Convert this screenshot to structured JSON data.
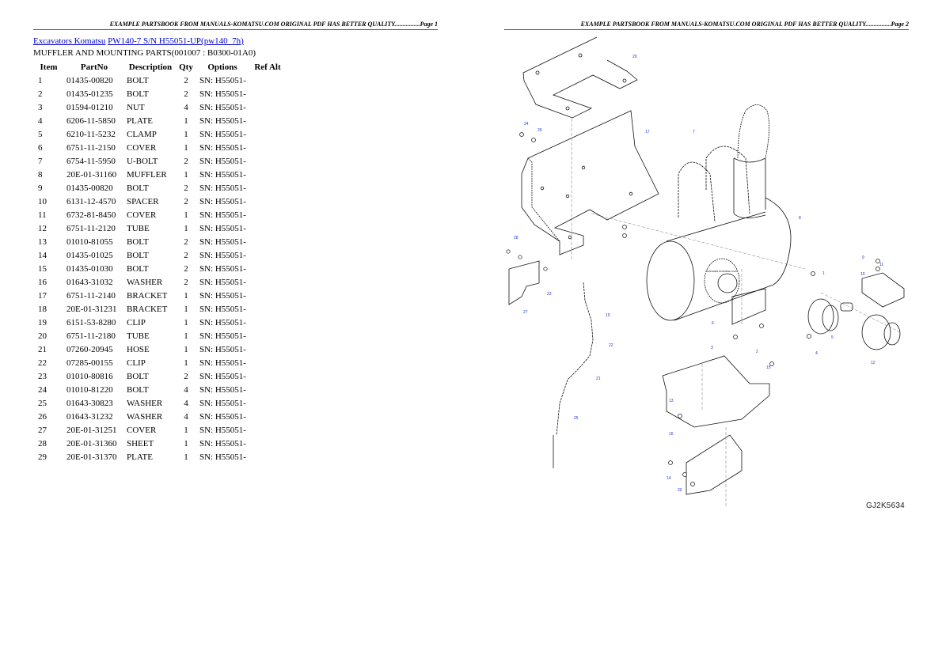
{
  "header": {
    "page1": "EXAMPLE PARTSBOOK FROM MANUALS-KOMATSU.COM ORIGINAL PDF HAS BETTER QUALITY................Page 1",
    "page2": "EXAMPLE PARTSBOOK FROM MANUALS-KOMATSU.COM ORIGINAL PDF HAS BETTER QUALITY................Page 2"
  },
  "breadcrumb": {
    "link1": "Excavators Komatsu",
    "link2": "PW140-7 S/N H55051-UP(pw140_7h)"
  },
  "subtitle": "MUFFLER AND MOUNTING PARTS(001007 : B0300-01A0)",
  "table": {
    "headers": [
      "Item",
      "PartNo",
      "Description",
      "Qty",
      "Options",
      "Ref Alt"
    ],
    "rows": [
      {
        "item": "1",
        "partno": "01435-00820",
        "desc": "BOLT",
        "qty": "2",
        "options": "SN: H55051-"
      },
      {
        "item": "2",
        "partno": "01435-01235",
        "desc": "BOLT",
        "qty": "2",
        "options": "SN: H55051-"
      },
      {
        "item": "3",
        "partno": "01594-01210",
        "desc": "NUT",
        "qty": "4",
        "options": "SN: H55051-"
      },
      {
        "item": "4",
        "partno": "6206-11-5850",
        "desc": "PLATE",
        "qty": "1",
        "options": "SN: H55051-"
      },
      {
        "item": "5",
        "partno": "6210-11-5232",
        "desc": "CLAMP",
        "qty": "1",
        "options": "SN: H55051-"
      },
      {
        "item": "6",
        "partno": "6751-11-2150",
        "desc": "COVER",
        "qty": "1",
        "options": "SN: H55051-"
      },
      {
        "item": "7",
        "partno": "6754-11-5950",
        "desc": "U-BOLT",
        "qty": "2",
        "options": "SN: H55051-"
      },
      {
        "item": "8",
        "partno": "20E-01-31160",
        "desc": "MUFFLER",
        "qty": "1",
        "options": "SN: H55051-"
      },
      {
        "item": "9",
        "partno": "01435-00820",
        "desc": "BOLT",
        "qty": "2",
        "options": "SN: H55051-"
      },
      {
        "item": "10",
        "partno": "6131-12-4570",
        "desc": "SPACER",
        "qty": "2",
        "options": "SN: H55051-"
      },
      {
        "item": "11",
        "partno": "6732-81-8450",
        "desc": "COVER",
        "qty": "1",
        "options": "SN: H55051-"
      },
      {
        "item": "12",
        "partno": "6751-11-2120",
        "desc": "TUBE",
        "qty": "1",
        "options": "SN: H55051-"
      },
      {
        "item": "13",
        "partno": "01010-81055",
        "desc": "BOLT",
        "qty": "2",
        "options": "SN: H55051-"
      },
      {
        "item": "14",
        "partno": "01435-01025",
        "desc": "BOLT",
        "qty": "2",
        "options": "SN: H55051-"
      },
      {
        "item": "15",
        "partno": "01435-01030",
        "desc": "BOLT",
        "qty": "2",
        "options": "SN: H55051-"
      },
      {
        "item": "16",
        "partno": "01643-31032",
        "desc": "WASHER",
        "qty": "2",
        "options": "SN: H55051-"
      },
      {
        "item": "17",
        "partno": "6751-11-2140",
        "desc": "BRACKET",
        "qty": "1",
        "options": "SN: H55051-"
      },
      {
        "item": "18",
        "partno": "20E-01-31231",
        "desc": "BRACKET",
        "qty": "1",
        "options": "SN: H55051-"
      },
      {
        "item": "19",
        "partno": "6151-53-8280",
        "desc": "CLIP",
        "qty": "1",
        "options": "SN: H55051-"
      },
      {
        "item": "20",
        "partno": "6751-11-2180",
        "desc": "TUBE",
        "qty": "1",
        "options": "SN: H55051-"
      },
      {
        "item": "21",
        "partno": "07260-20945",
        "desc": "HOSE",
        "qty": "1",
        "options": "SN: H55051-"
      },
      {
        "item": "22",
        "partno": "07285-00155",
        "desc": "CLIP",
        "qty": "1",
        "options": "SN: H55051-"
      },
      {
        "item": "23",
        "partno": "01010-80816",
        "desc": "BOLT",
        "qty": "2",
        "options": "SN: H55051-"
      },
      {
        "item": "24",
        "partno": "01010-81220",
        "desc": "BOLT",
        "qty": "4",
        "options": "SN: H55051-"
      },
      {
        "item": "25",
        "partno": "01643-30823",
        "desc": "WASHER",
        "qty": "4",
        "options": "SN: H55051-"
      },
      {
        "item": "26",
        "partno": "01643-31232",
        "desc": "WASHER",
        "qty": "4",
        "options": "SN: H55051-"
      },
      {
        "item": "27",
        "partno": "20E-01-31251",
        "desc": "COVER",
        "qty": "1",
        "options": "SN: H55051-"
      },
      {
        "item": "28",
        "partno": "20E-01-31360",
        "desc": "SHEET",
        "qty": "1",
        "options": "SN: H55051-"
      },
      {
        "item": "29",
        "partno": "20E-01-31370",
        "desc": "PLATE",
        "qty": "1",
        "options": "SN: H55051-"
      }
    ]
  },
  "diagram": {
    "figure_code": "GJ2K5634",
    "watermark": "manuals-komatsu.com",
    "callouts": [
      "29",
      "24",
      "26",
      "17",
      "7",
      "8",
      "1",
      "9",
      "10",
      "11",
      "5",
      "4",
      "12",
      "2",
      "3",
      "6",
      "15",
      "13",
      "16",
      "14",
      "20",
      "19",
      "22",
      "21",
      "25",
      "23",
      "28",
      "27"
    ]
  }
}
